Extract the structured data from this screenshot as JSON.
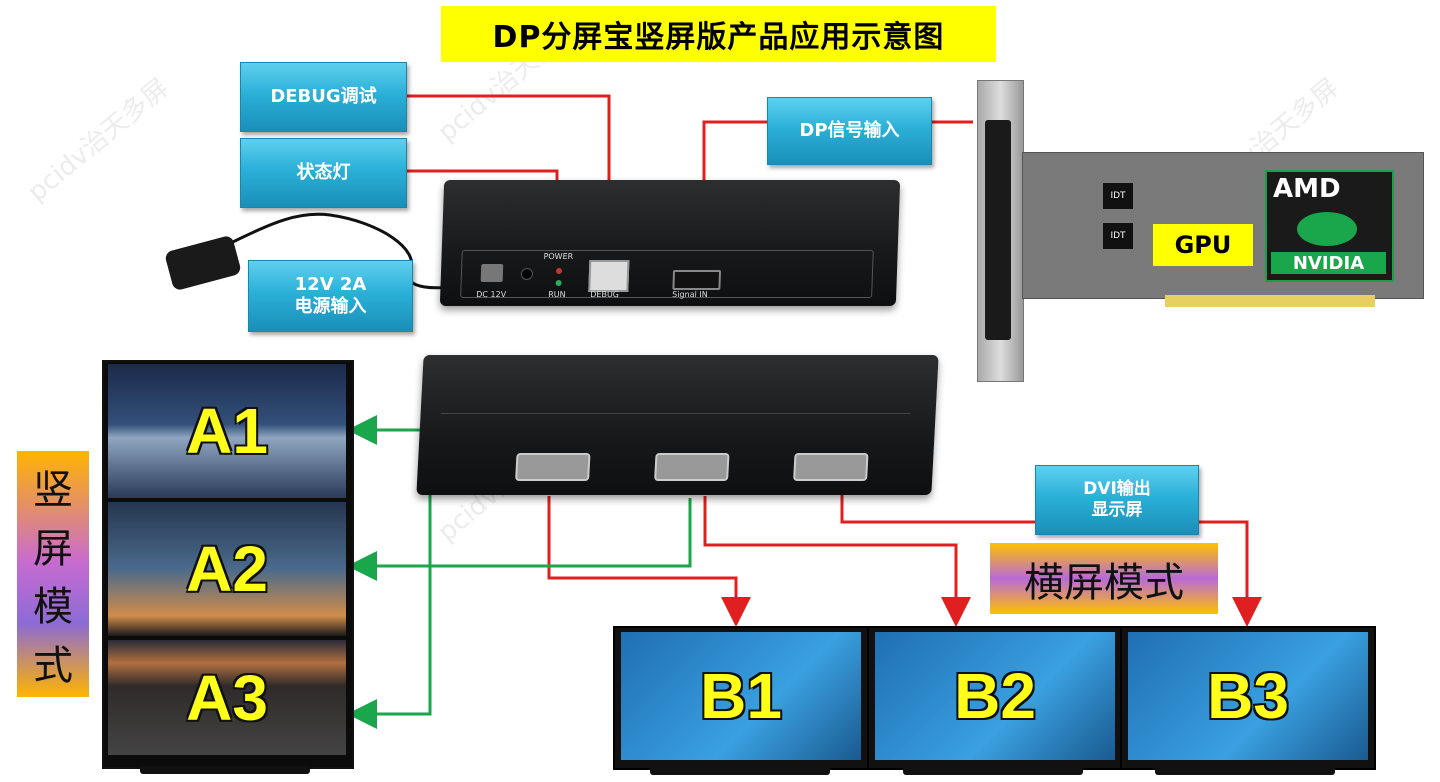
{
  "title": "DP分屏宝竖屏版产品应用示意图",
  "labels": {
    "debug": "DEBUG调试",
    "status_light": "状态灯",
    "power_line1": "12V 2A",
    "power_line2": "电源输入",
    "dp_input": "DP信号输入",
    "dvi_line1": "DVI输出",
    "dvi_line2": "显示屏",
    "gpu": "GPU",
    "amd": "AMD",
    "nvidia": "NVIDIA"
  },
  "device_rear": {
    "dc": "DC 12V",
    "power": "POWER",
    "run": "RUN",
    "debug": "DEBUG",
    "signal": "Signal  IN"
  },
  "vertical_mode": [
    "竖",
    "屏",
    "模",
    "式"
  ],
  "horizontal_mode": "横屏模式",
  "screens_vertical": [
    "A1",
    "A2",
    "A3"
  ],
  "screens_horizontal": [
    "B1",
    "B2",
    "B3"
  ],
  "watermark": "pcidv治天多屏",
  "colors": {
    "title_bg": "#ffff00",
    "red_line": "#e02020",
    "green_line": "#1aa64a",
    "label_blue": "#2bb0d8"
  }
}
